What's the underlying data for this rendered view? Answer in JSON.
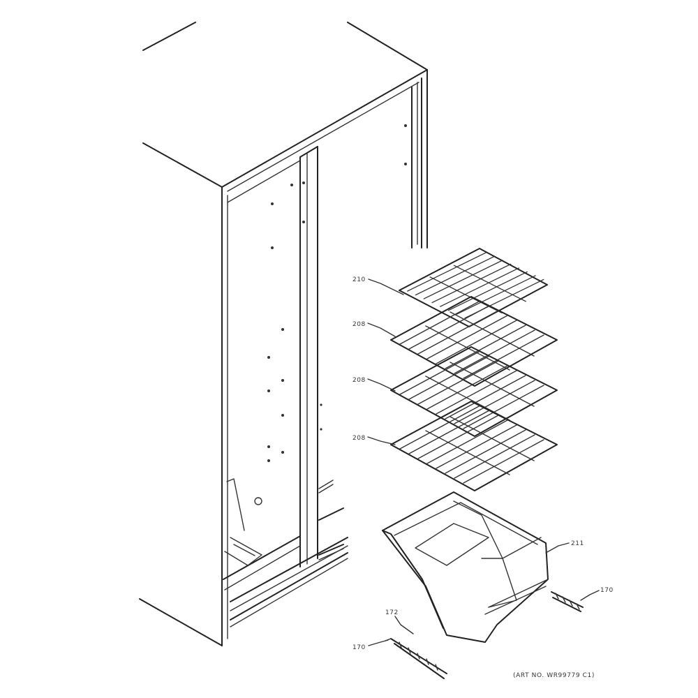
{
  "diagram": {
    "callouts": [
      {
        "id": "c210",
        "label": "210"
      },
      {
        "id": "c208a",
        "label": "208"
      },
      {
        "id": "c208b",
        "label": "208"
      },
      {
        "id": "c208c",
        "label": "208"
      },
      {
        "id": "c211",
        "label": "211"
      },
      {
        "id": "c170a",
        "label": "170"
      },
      {
        "id": "c172",
        "label": "172"
      },
      {
        "id": "c170b",
        "label": "170"
      }
    ],
    "part_number_label": "(ART NO. WR99779 C1)"
  }
}
